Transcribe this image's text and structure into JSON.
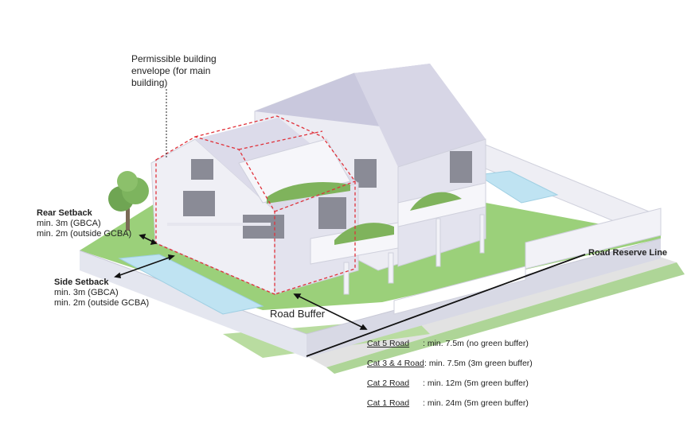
{
  "labels": {
    "envelope": [
      "Permissible building",
      "envelope (for main",
      "building)"
    ],
    "rear_setback": {
      "title": "Rear Setback",
      "lines": [
        "min. 3m (GBCA)",
        "min. 2m (outside GCBA)"
      ]
    },
    "side_setback": {
      "title": "Side Setback",
      "lines": [
        "min. 3m (GBCA)",
        "min. 2m (outside GCBA)"
      ]
    },
    "road_buffer": "Road Buffer",
    "road_reserve_line": "Road Reserve Line"
  },
  "legend": [
    {
      "category": "Cat 5 Road",
      "requirement": ": min. 7.5m (no green buffer)"
    },
    {
      "category": "Cat 3 & 4 Road",
      "requirement": ": min. 7.5m (3m green buffer)"
    },
    {
      "category": "Cat 2 Road",
      "requirement": ": min. 12m (5m green buffer)"
    },
    {
      "category": "Cat 1 Road",
      "requirement": ": min. 24m (5m green buffer)"
    }
  ],
  "colors": {
    "lawn": "#9bd07a",
    "house_wall": "#e9e8f2",
    "roof": "#c9c8dd",
    "pool": "#bfe3f2",
    "envelope_line": "#e0313a",
    "road_line": "#111111"
  }
}
